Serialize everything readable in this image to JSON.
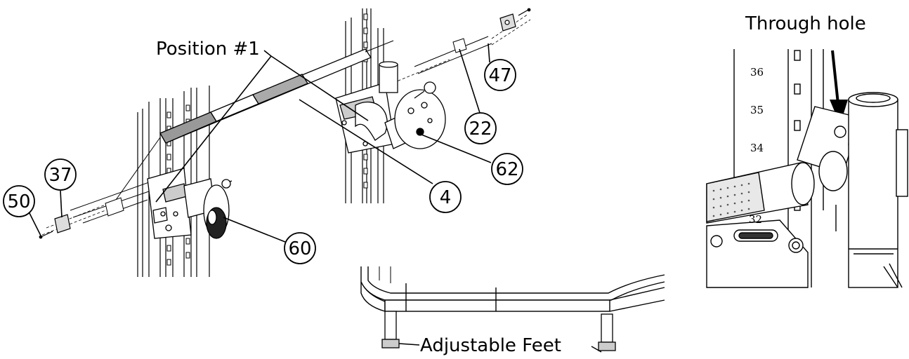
{
  "labels": {
    "position": "Position #1",
    "through_hole": "Through hole",
    "adjustable_feet": "Adjustable Feet"
  },
  "callouts": {
    "c50": "50",
    "c37": "37",
    "c60": "60",
    "c4": "4",
    "c62": "62",
    "c22": "22",
    "c47": "47"
  },
  "rack_numbers": [
    "36",
    "35",
    "34",
    "32"
  ]
}
